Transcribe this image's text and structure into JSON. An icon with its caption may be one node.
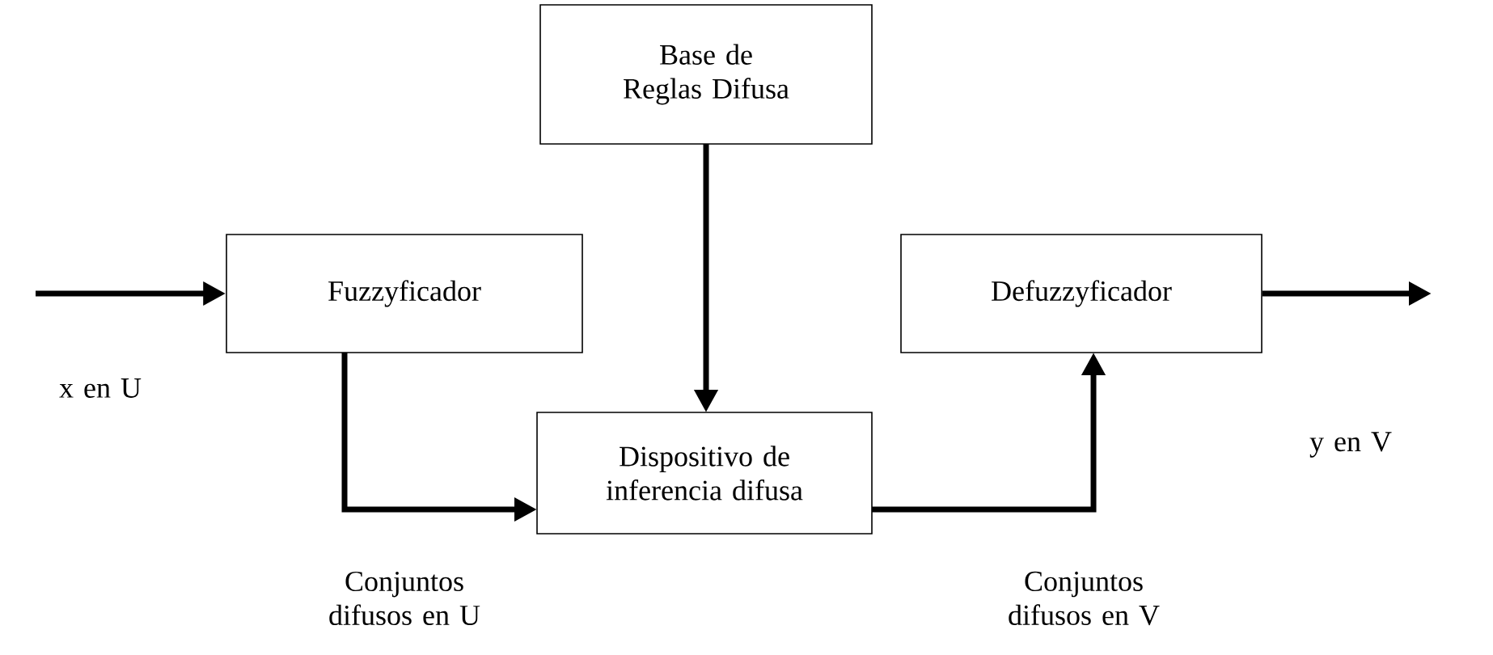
{
  "diagram": {
    "nodes": [
      {
        "text": [
          "Base de Reglas Difusa"
        ]
      },
      {
        "text": [
          "Fuzzyficador"
        ]
      },
      {
        "text": [
          "Defuzzyficador"
        ]
      },
      {
        "text": [
          "Dispositivo de inferencia difusa"
        ]
      }
    ],
    "edges": [
      {
        "from": null,
        "to": 1,
        "arrow": "to"
      },
      {
        "from": 2,
        "to": null,
        "arrow": "to"
      },
      {
        "from": 1,
        "to": 3,
        "arrow": "to"
      },
      {
        "from": 0,
        "to": 3,
        "arrow": "to"
      },
      {
        "from": 3,
        "to": 2,
        "arrow": "to"
      }
    ],
    "labels": [
      "x en U",
      "y en V",
      "Conjuntos difusos en U",
      "Conjuntos difusos en V"
    ]
  }
}
